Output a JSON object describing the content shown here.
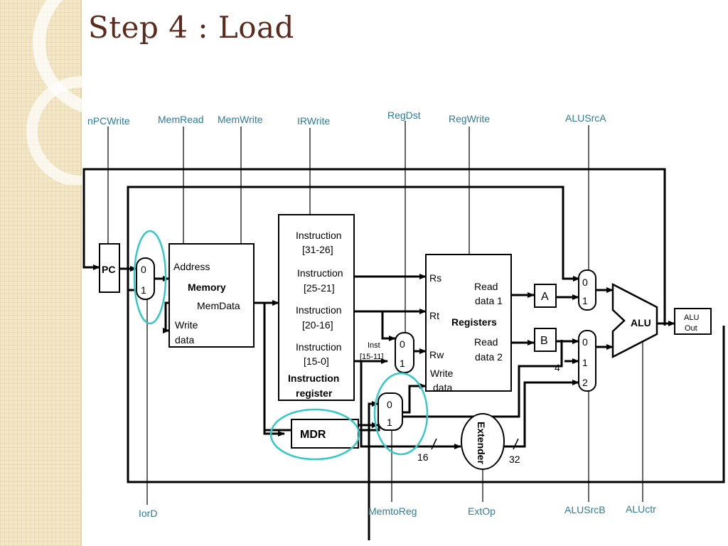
{
  "slide": {
    "title": "Step 4 : Load"
  },
  "signals": {
    "npcwrite": "nPCWrite",
    "memread": "MemRead",
    "memwrite": "MemWrite",
    "irwrite": "IRWrite",
    "regdst": "RegDst",
    "regwrite": "RegWrite",
    "alusrca": "ALUSrcA",
    "iord": "IorD",
    "memtoreg": "MemtoReg",
    "extop": "ExtOp",
    "alusrcb": "ALUSrcB",
    "aluctr": "ALUctr"
  },
  "blocks": {
    "pc": "PC",
    "memory": {
      "address": "Address",
      "name": "Memory",
      "memdata": "MemData",
      "write_1": "Write",
      "write_2": "data"
    },
    "ir": {
      "f1a": "Instruction",
      "f1b": "[31-26]",
      "f2a": "Instruction",
      "f2b": "[25-21]",
      "f3a": "Instruction",
      "f3b": "[20-16]",
      "f4a": "Instruction",
      "f4b": "[15-0]",
      "name1": "Instruction",
      "name2": "register"
    },
    "inst_a": "Inst",
    "inst_b": "[15-11]",
    "registers": {
      "rs": "Rs",
      "rt": "Rt",
      "rw": "Rw",
      "write1": "Write",
      "write2": "data",
      "rd1a": "Read",
      "rd1b": "data 1",
      "rd2a": "Read",
      "rd2b": "data 2",
      "name": "Registers"
    },
    "a": "A",
    "b": "B",
    "alu": "ALU",
    "aluout1": "ALU",
    "aluout2": "Out",
    "mdr": "MDR",
    "extender": "Extender",
    "w16": "16",
    "w32": "32",
    "four": "4"
  },
  "mux": {
    "zero": "0",
    "one": "1",
    "two": "2"
  },
  "colors": {
    "title": "#5b2a1c",
    "signal": "#2d7c99",
    "highlight": "#33c9c9",
    "sidebar": "#f3e7c7"
  }
}
